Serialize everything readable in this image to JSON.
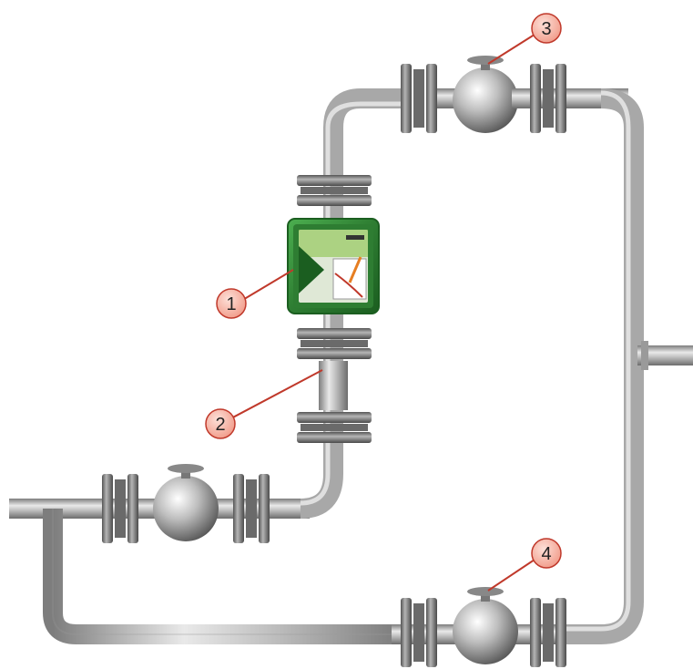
{
  "callouts": [
    {
      "id": "1",
      "label": "1",
      "target": "flowmeter"
    },
    {
      "id": "2",
      "label": "2",
      "target": "bypass-spool-section"
    },
    {
      "id": "3",
      "label": "3",
      "target": "top-ball-valve"
    },
    {
      "id": "4",
      "label": "4",
      "target": "bottom-ball-valve"
    }
  ],
  "colors": {
    "pipe": "#b9b9b9",
    "flange": "#8e8e8e",
    "valve_body": "#c8c8c8",
    "meter_housing": "#2e7d32",
    "callout_fill": "#f3a99b",
    "callout_stroke": "#c0392b",
    "leader": "#c0392b"
  }
}
